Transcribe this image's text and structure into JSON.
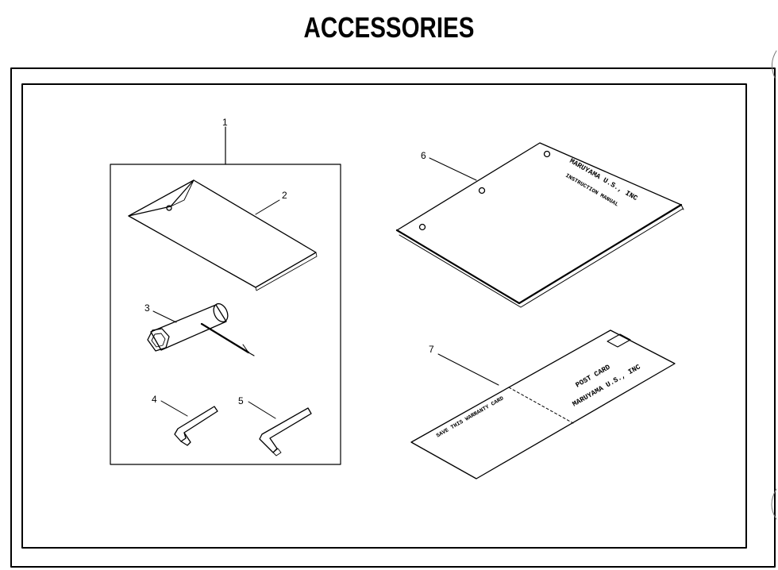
{
  "title": "ACCESSORIES",
  "callouts": {
    "c1": "1",
    "c2": "2",
    "c3": "3",
    "c4": "4",
    "c5": "5",
    "c6": "6",
    "c7": "7"
  },
  "manual": {
    "company": "MARUYAMA U.S., INC",
    "subtitle": "INSTRUCTION MANUAL"
  },
  "postcard": {
    "left_text": "SAVE THIS WARRANTY CARD",
    "heading": "POST CARD",
    "company": "MARUYAMA U.S., INC"
  }
}
